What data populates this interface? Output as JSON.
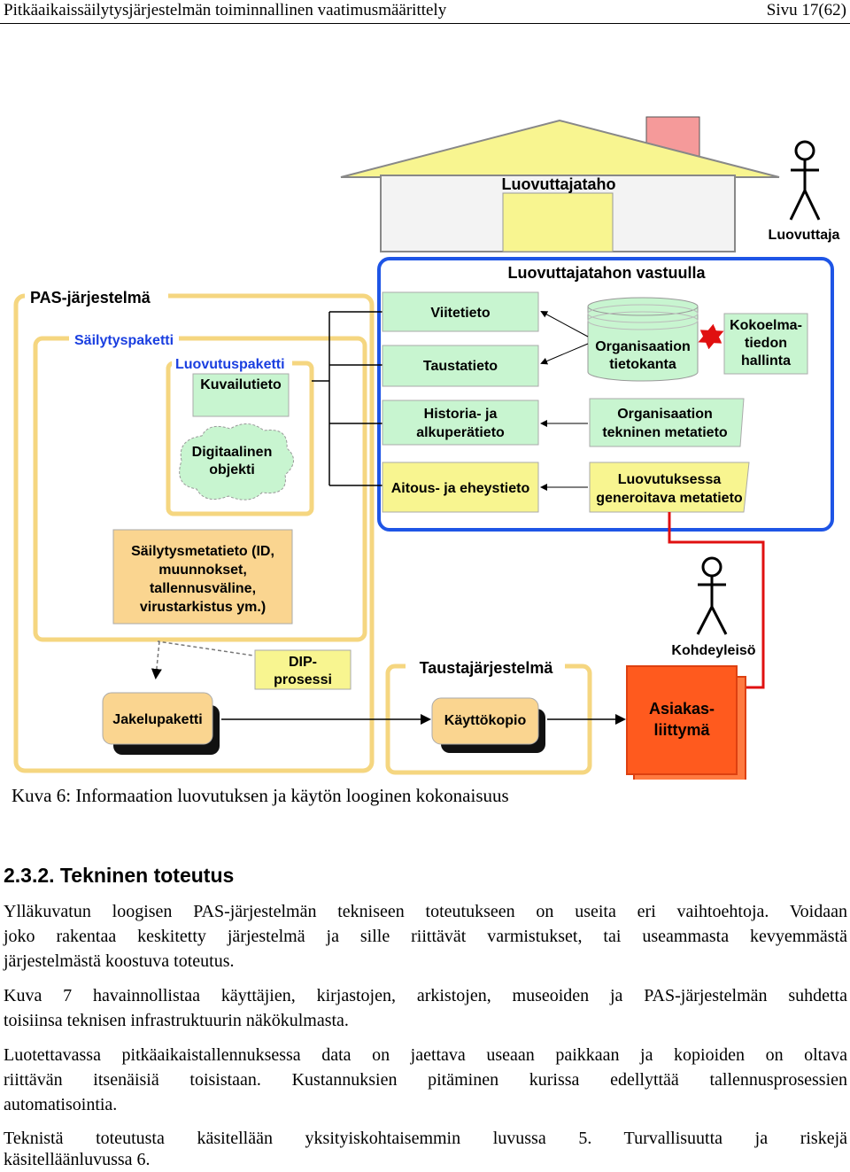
{
  "header": {
    "title": "Pitkäaikaissäilytysjärjestelmän toiminnallinen vaatimusmäärittely",
    "page": "Sivu 17(62)"
  },
  "diagram": {
    "luovuttajataho": "Luovuttajataho",
    "luovuttaja": "Luovuttaja",
    "vastuulla": "Luovuttajatahon vastuulla",
    "pas": "PAS-järjestelmä",
    "sailytyspaketti": "Säilytyspaketti",
    "luovutuspaketti": "Luovutuspaketti",
    "kuvailutieto": "Kuvailutieto",
    "digitaalinen": [
      "Digitaalinen",
      "objekti"
    ],
    "viitetieto": "Viitetieto",
    "taustatieto": "Taustatieto",
    "historia": [
      "Historia- ja",
      "alkuperätieto"
    ],
    "aitous": "Aitous- ja eheystieto",
    "org_tietokanta": [
      "Organisaation",
      "tietokanta"
    ],
    "kokoelma": [
      "Kokoelma-",
      "tiedon",
      "hallinta"
    ],
    "org_tekninen": [
      "Organisaation",
      "tekninen metatieto"
    ],
    "luovutuksessa": [
      "Luovutuksessa",
      "generoitava metatieto"
    ],
    "sailytysmetatieto": [
      "Säilytysmetatieto (ID,",
      "muunnokset,",
      "tallennusväline,",
      "virustarkistus ym.)"
    ],
    "dip": [
      "DIP-",
      "prosessi"
    ],
    "taustajarjestelma": "Taustajärjestelmä",
    "kohdeyleiso": "Kohdeyleisö",
    "jakelupaketti": "Jakelupaketti",
    "kayttokopio": "Käyttökopio",
    "asiakas": [
      "Asiakas-",
      "liittymä"
    ],
    "colors": {
      "orange_border": "#f5d680",
      "blue_border": "#1e55e6",
      "green_fill": "#c8f5d0",
      "yellow_fill": "#f8f590",
      "orange_fill": "#fad590",
      "red_fill": "#ff5a1e",
      "pink_fill": "#f59a9a",
      "blue_text": "#1a3fe0"
    }
  },
  "caption": "Kuva 6: Informaation luovutuksen ja käytön looginen kokonaisuus",
  "section_title": "2.3.2. Tekninen toteutus",
  "paragraphs": [
    [
      "Ylläkuvatun loogisen PAS-järjestelmän tekniseen toteutukseen on useita eri vaihtoehtoja. Voidaan",
      "joko rakentaa keskitetty järjestelmä ja sille riittävät varmistukset, tai useammasta kevyemmästä",
      "järjestelmästä koostuva toteutus."
    ],
    [
      "Kuva 7 havainnollistaa käyttäjien, kirjastojen, arkistojen, museoiden ja PAS-järjestelmän suhdetta",
      "toisiinsa teknisen infrastruktuurin näkökulmasta."
    ],
    [
      "Luotettavassa pitkäaikaistallennuksessa data on jaettava useaan paikkaan ja kopioiden on oltava",
      "riittävän itsenäisiä toisistaan. Kustannuksien pitäminen kurissa edellyttää tallennusprosessien",
      "automatisointia."
    ],
    [
      "Teknistä toteutusta käsitellään yksityiskohtaisemmin luvussa 5. Turvallisuutta ja riskejä",
      "käsitelläänluvussa 6."
    ]
  ]
}
